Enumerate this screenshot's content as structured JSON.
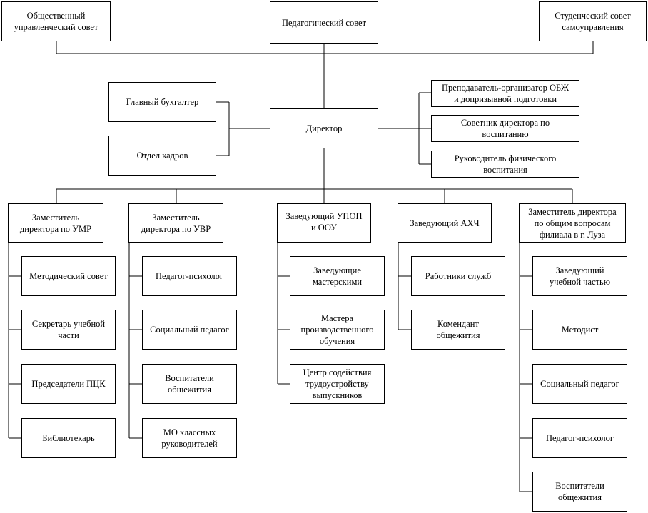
{
  "top": {
    "public_council": "Общественный\nуправленческий совет",
    "ped_council": "Педагогический совет",
    "student_council": "Студенческий совет\nсамоуправления"
  },
  "director": "Директор",
  "left_staff": {
    "chief_accountant": "Главный бухгалтер",
    "hr_dept": "Отдел кадров"
  },
  "right_staff": {
    "obzh_teacher": "Преподаватель-организатор ОБЖ\nи допризывной подготовки",
    "upbringing_advisor": "Советник директора по\nвоспитанию",
    "pe_head": "Руководитель физического\nвоспитания"
  },
  "departments": [
    {
      "title": "Заместитель\nдиректора по УМР",
      "children": [
        "Методический совет",
        "Секретарь учебной\nчасти",
        "Председатели ПЦК",
        "Библиотекарь"
      ]
    },
    {
      "title": "Заместитель\nдиректора по УВР",
      "children": [
        "Педагог-психолог",
        "Социальный педагог",
        "Воспитатели\nобщежития",
        "МО классных\nруководителей"
      ]
    },
    {
      "title": "Заведующий УПОП\nи ООУ",
      "children": [
        "Заведующие\nмастерскими",
        "Мастера\nпроизводственного\nобучения",
        "Центр содействия\nтрудоустройству\nвыпускников"
      ]
    },
    {
      "title": "Заведующий АХЧ",
      "children": [
        "Работники служб",
        "Комендант\nобщежития"
      ]
    },
    {
      "title": "Заместитель директора\nпо общим вопросам\nфилиала в г. Луза",
      "children": [
        "Заведующий\nучебной частью",
        "Методист",
        "Социальный педагог",
        "Педагог-психолог",
        "Воспитатели\nобщежития"
      ]
    }
  ]
}
